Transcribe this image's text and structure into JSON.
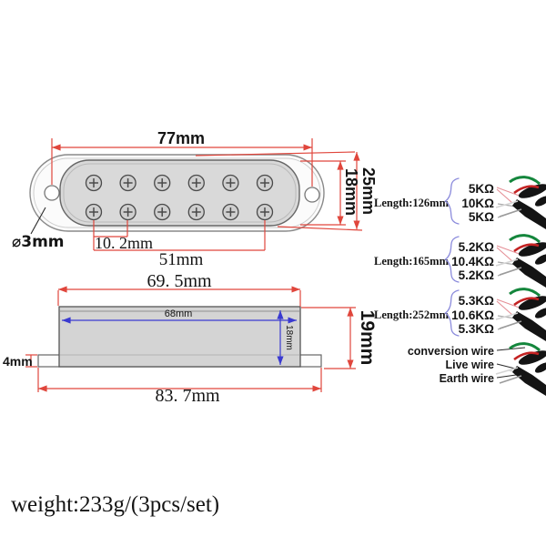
{
  "product": {
    "weight_text": "weight:233g/(3pcs/set)"
  },
  "top_view": {
    "width_label": "77mm",
    "coil_height_label": "18mm",
    "total_height_label": "25mm",
    "hole_label": "⌀3mm",
    "pole_pitch_label": "10. 2mm",
    "pole_span_label": "51mm"
  },
  "side_view": {
    "top_width_label": "69. 5mm",
    "inner_width_label": "68mm",
    "body_height_label": "18mm",
    "total_height_label": "19mm",
    "flange_thickness_label": "4mm",
    "base_width_label": "83. 7mm"
  },
  "wiring_options": [
    {
      "length_label": "Length:126mm",
      "resistances": [
        "5KΩ",
        "10KΩ",
        "5KΩ"
      ]
    },
    {
      "length_label": "Length:165mm",
      "resistances": [
        "5.2KΩ",
        "10.4KΩ",
        "5.2KΩ"
      ]
    },
    {
      "length_label": "Length:252mm",
      "resistances": [
        "5.3KΩ",
        "10.6KΩ",
        "5.3KΩ"
      ]
    }
  ],
  "wire_legend": {
    "labels": [
      "conversion wire",
      "Live wire",
      "Earth wire"
    ]
  },
  "colors": {
    "dimension_red": "#e0463c",
    "dimension_blue": "#3a3ad0",
    "brace_blue": "#8b8bdc",
    "body_gray": "#d4d4d4",
    "wire_green": "#14863c",
    "wire_red": "#c32222",
    "cable_black": "#141414"
  }
}
